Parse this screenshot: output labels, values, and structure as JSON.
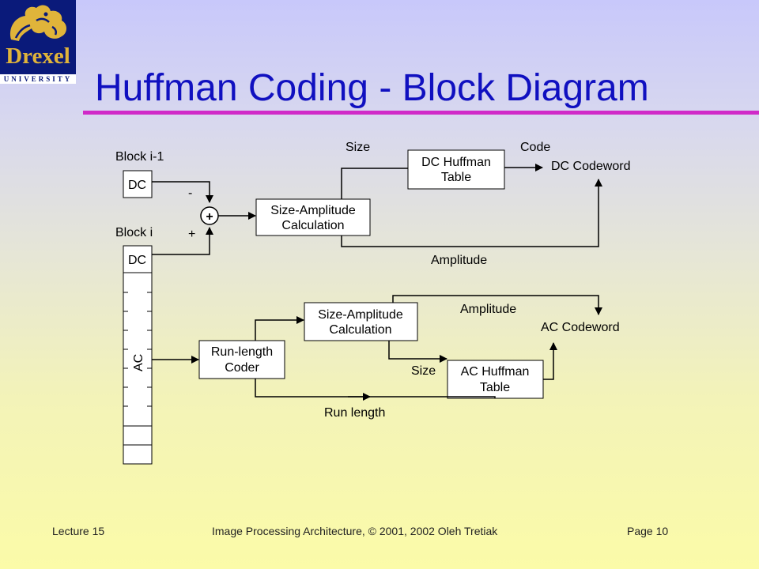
{
  "logo": {
    "wordmark": "Drexel",
    "subtitle": "UNIVERSITY"
  },
  "title": "Huffman Coding - Block Diagram",
  "diagram": {
    "block_prev_label": "Block i-1",
    "block_curr_label": "Block i",
    "dc_label_prev": "DC",
    "dc_label_curr": "DC",
    "ac_label": "AC",
    "minus_sign": "-",
    "plus_sign": "+",
    "adder_symbol": "+",
    "dc_size_amp": [
      "Size-Amplitude",
      "Calculation"
    ],
    "dc_huffman": [
      "DC Huffman",
      "Table"
    ],
    "size_label_dc": "Size",
    "code_label": "Code",
    "dc_codeword": "DC Codeword",
    "amplitude_label_dc": "Amplitude",
    "runlength_coder": [
      "Run-length",
      "Coder"
    ],
    "ac_size_amp": [
      "Size-Amplitude",
      "Calculation"
    ],
    "amplitude_label_ac": "Amplitude",
    "ac_codeword": "AC Codeword",
    "size_label_ac": "Size",
    "ac_huffman": [
      "AC Huffman",
      "Table"
    ],
    "run_length_label": "Run length"
  },
  "footer": {
    "lecture": "Lecture 15",
    "course": "Image Processing Architecture, © 2001, 2002  Oleh Tretiak",
    "page": "Page 10"
  }
}
